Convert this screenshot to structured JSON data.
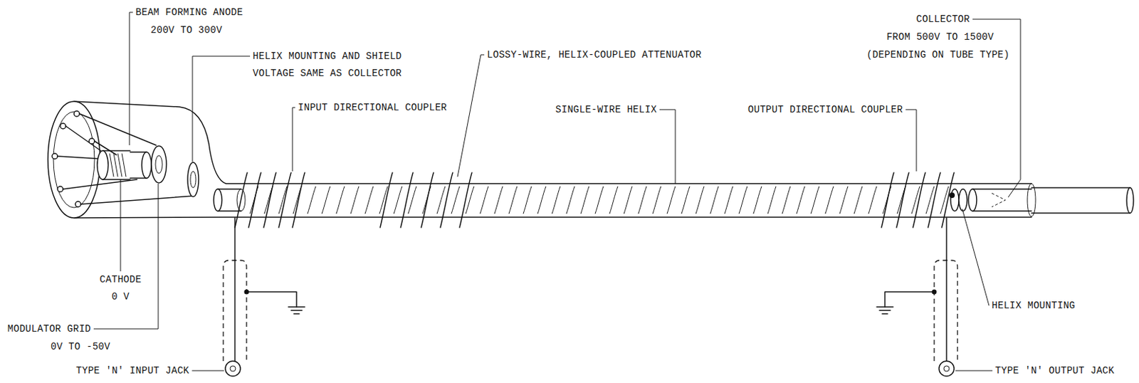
{
  "diagram": {
    "labels": [
      "BEAM FORMING ANODE",
      "200V TO 300V",
      "HELIX MOUNTING AND SHIELD",
      "VOLTAGE SAME AS COLLECTOR",
      "INPUT DIRECTIONAL COUPLER",
      "LOSSY-WIRE, HELIX-COUPLED ATTENUATOR",
      "SINGLE-WIRE HELIX",
      "OUTPUT DIRECTIONAL COUPLER",
      "COLLECTOR",
      "FROM 500V TO 1500V",
      "(DEPENDING ON TUBE TYPE)",
      "CATHODE",
      "0 V",
      "MODULATOR GRID",
      "0V TO -50V",
      "TYPE 'N' INPUT JACK",
      "HELIX MOUNTING",
      "TYPE 'N' OUTPUT JACK"
    ]
  }
}
